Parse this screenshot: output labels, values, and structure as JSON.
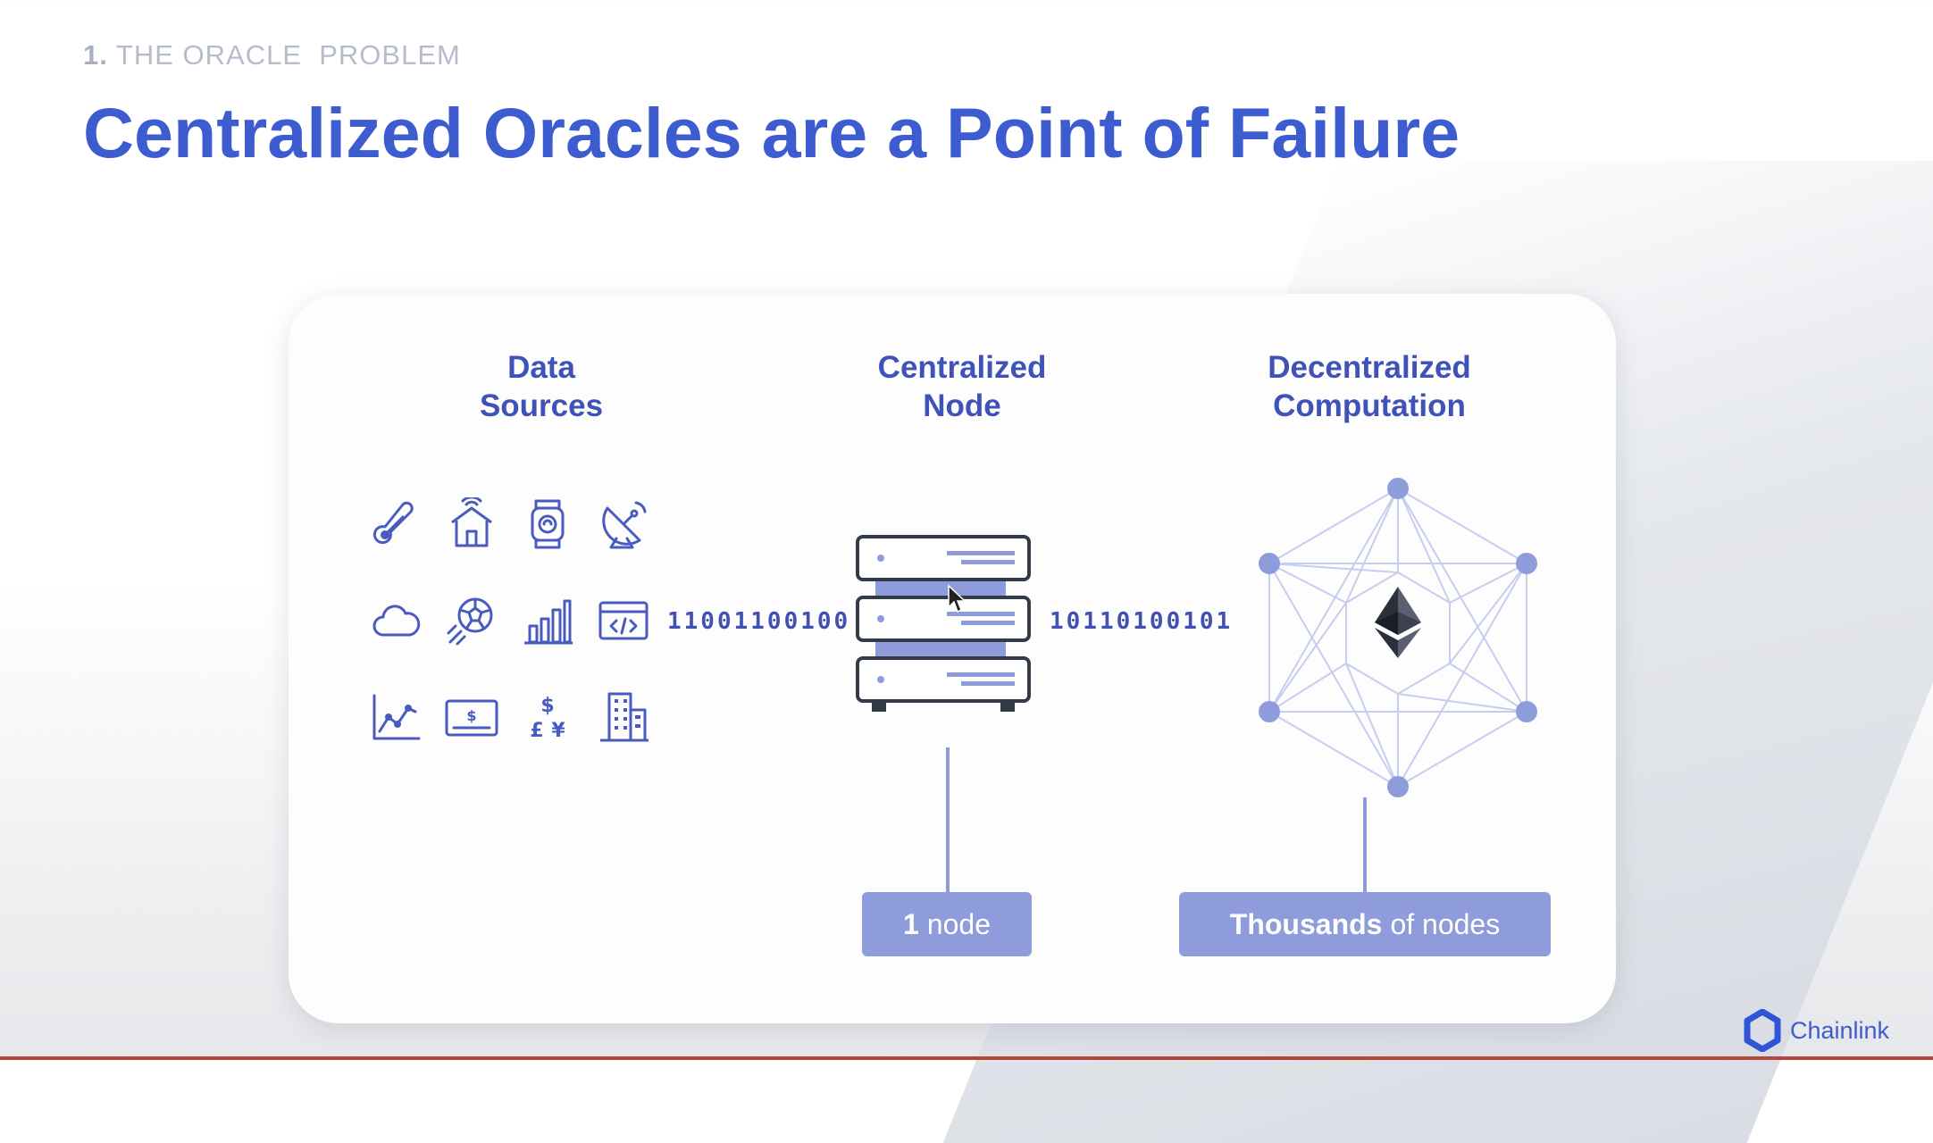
{
  "header": {
    "eyebrow_number": "1.",
    "eyebrow_text": "THE ORACLE  PROBLEM",
    "title": "Centralized Oracles are a Point of Failure"
  },
  "columns": {
    "data_sources": {
      "line1": "Data",
      "line2": "Sources"
    },
    "centralized_node": {
      "line1": "Centralized",
      "line2": "Node"
    },
    "decentralized_computation": {
      "line1": "Decentralized",
      "line2": "Computation"
    }
  },
  "data_source_icons": [
    "thermometer-icon",
    "smart-home-icon",
    "smartwatch-icon",
    "satellite-dish-icon",
    "cloud-icon",
    "soccer-ball-icon",
    "bar-chart-icon",
    "code-window-icon",
    "line-chart-icon",
    "payment-card-icon",
    "currency-icon",
    "office-building-icon"
  ],
  "flows": {
    "input_bits": "11001100100",
    "output_bits": "10110100101"
  },
  "badges": {
    "node_strong": "1",
    "node_rest": "node",
    "network_strong": "Thousands",
    "network_rest": "of nodes"
  },
  "center_icon": "ethereum-icon",
  "brand": {
    "name": "Chainlink",
    "icon": "chainlink-hexagon-icon"
  },
  "colors": {
    "title": "#3d5ccf",
    "icon_stroke": "#4a5bbf",
    "accent_light": "#8e9cdc",
    "graph_lines": "#c7cdee"
  }
}
